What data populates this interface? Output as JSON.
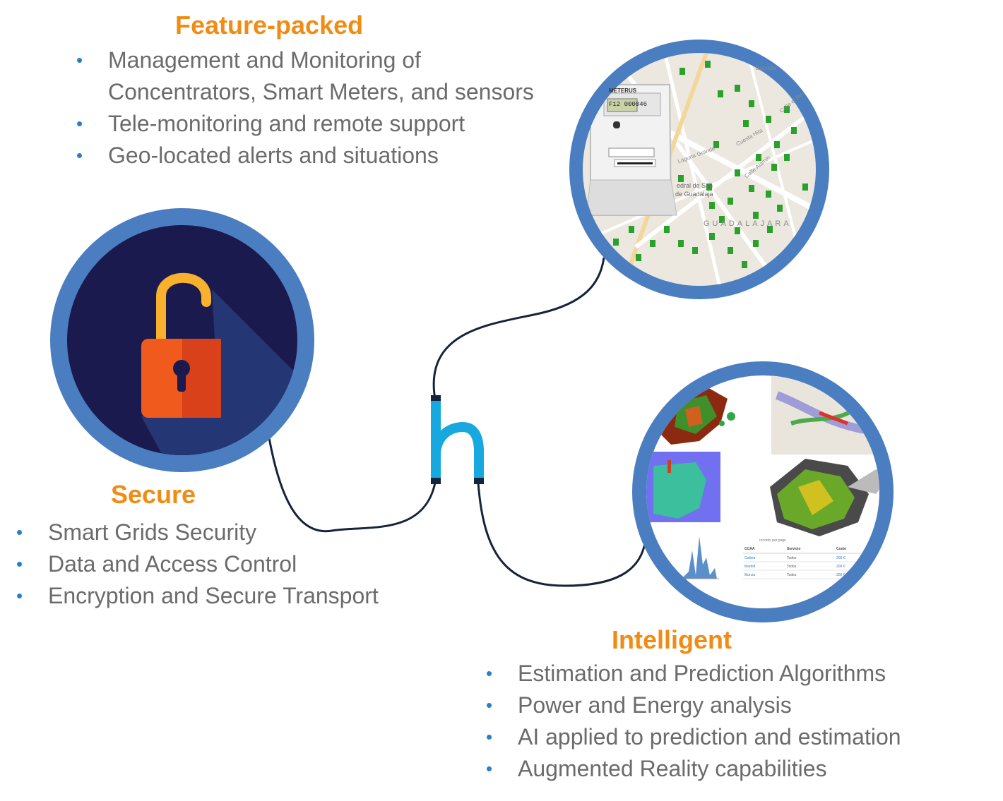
{
  "sections": {
    "feature_packed": {
      "title": "Feature-packed",
      "items": [
        "Management and Monitoring of Concentrators, Smart Meters, and sensors",
        "Tele-monitoring and remote support",
        "Geo-located alerts and situations"
      ]
    },
    "secure": {
      "title": "Secure",
      "items": [
        "Smart Grids Security",
        "Data and Access Control",
        "Encryption and Secure Transport"
      ]
    },
    "intelligent": {
      "title": "Intelligent",
      "items": [
        "Estimation and Prediction Algorithms",
        "Power and Energy analysis",
        "AI applied to prediction and estimation",
        "Augmented Reality capabilities"
      ]
    }
  },
  "logo_letter": "h",
  "meter": {
    "brand": "METERUS",
    "display": "F12 000046"
  },
  "map_labels": {
    "city": "GUADALAJARA",
    "street_1": "Laguna Grande",
    "street_2": "Cuesta Hita",
    "street_3": "Calle Alamin",
    "street_4": "Calle el Rec",
    "street_5": "edral de San",
    "street_6": "de Guadalaja",
    "street_7": "Buendia"
  },
  "table_preview": {
    "control": "records per page",
    "headers": [
      "CCAA",
      "Servicio",
      "Costo"
    ],
    "rows": [
      [
        "Galicia",
        "Todos",
        "200 €"
      ],
      [
        "Madrid",
        "Todos",
        "200 €"
      ],
      [
        "Murcia",
        "Todos",
        "200 €"
      ]
    ]
  },
  "colors": {
    "heading": "#f08c14",
    "bullet": "#2a7fc9",
    "text": "#6b6b6b",
    "ring": "#4a7ec0",
    "cable": "#13243c",
    "logo": "#18a8e0",
    "lock_inner": "#1b1a4e",
    "lock_body": "#f05a1c",
    "lock_shackle": "#f7b12d"
  },
  "icons": {
    "lock": "open-padlock-icon",
    "meter": "smart-meter-icon",
    "map": "map-markers-icon",
    "analytics": "analytics-maps-icon",
    "logo": "h-logo-icon"
  }
}
